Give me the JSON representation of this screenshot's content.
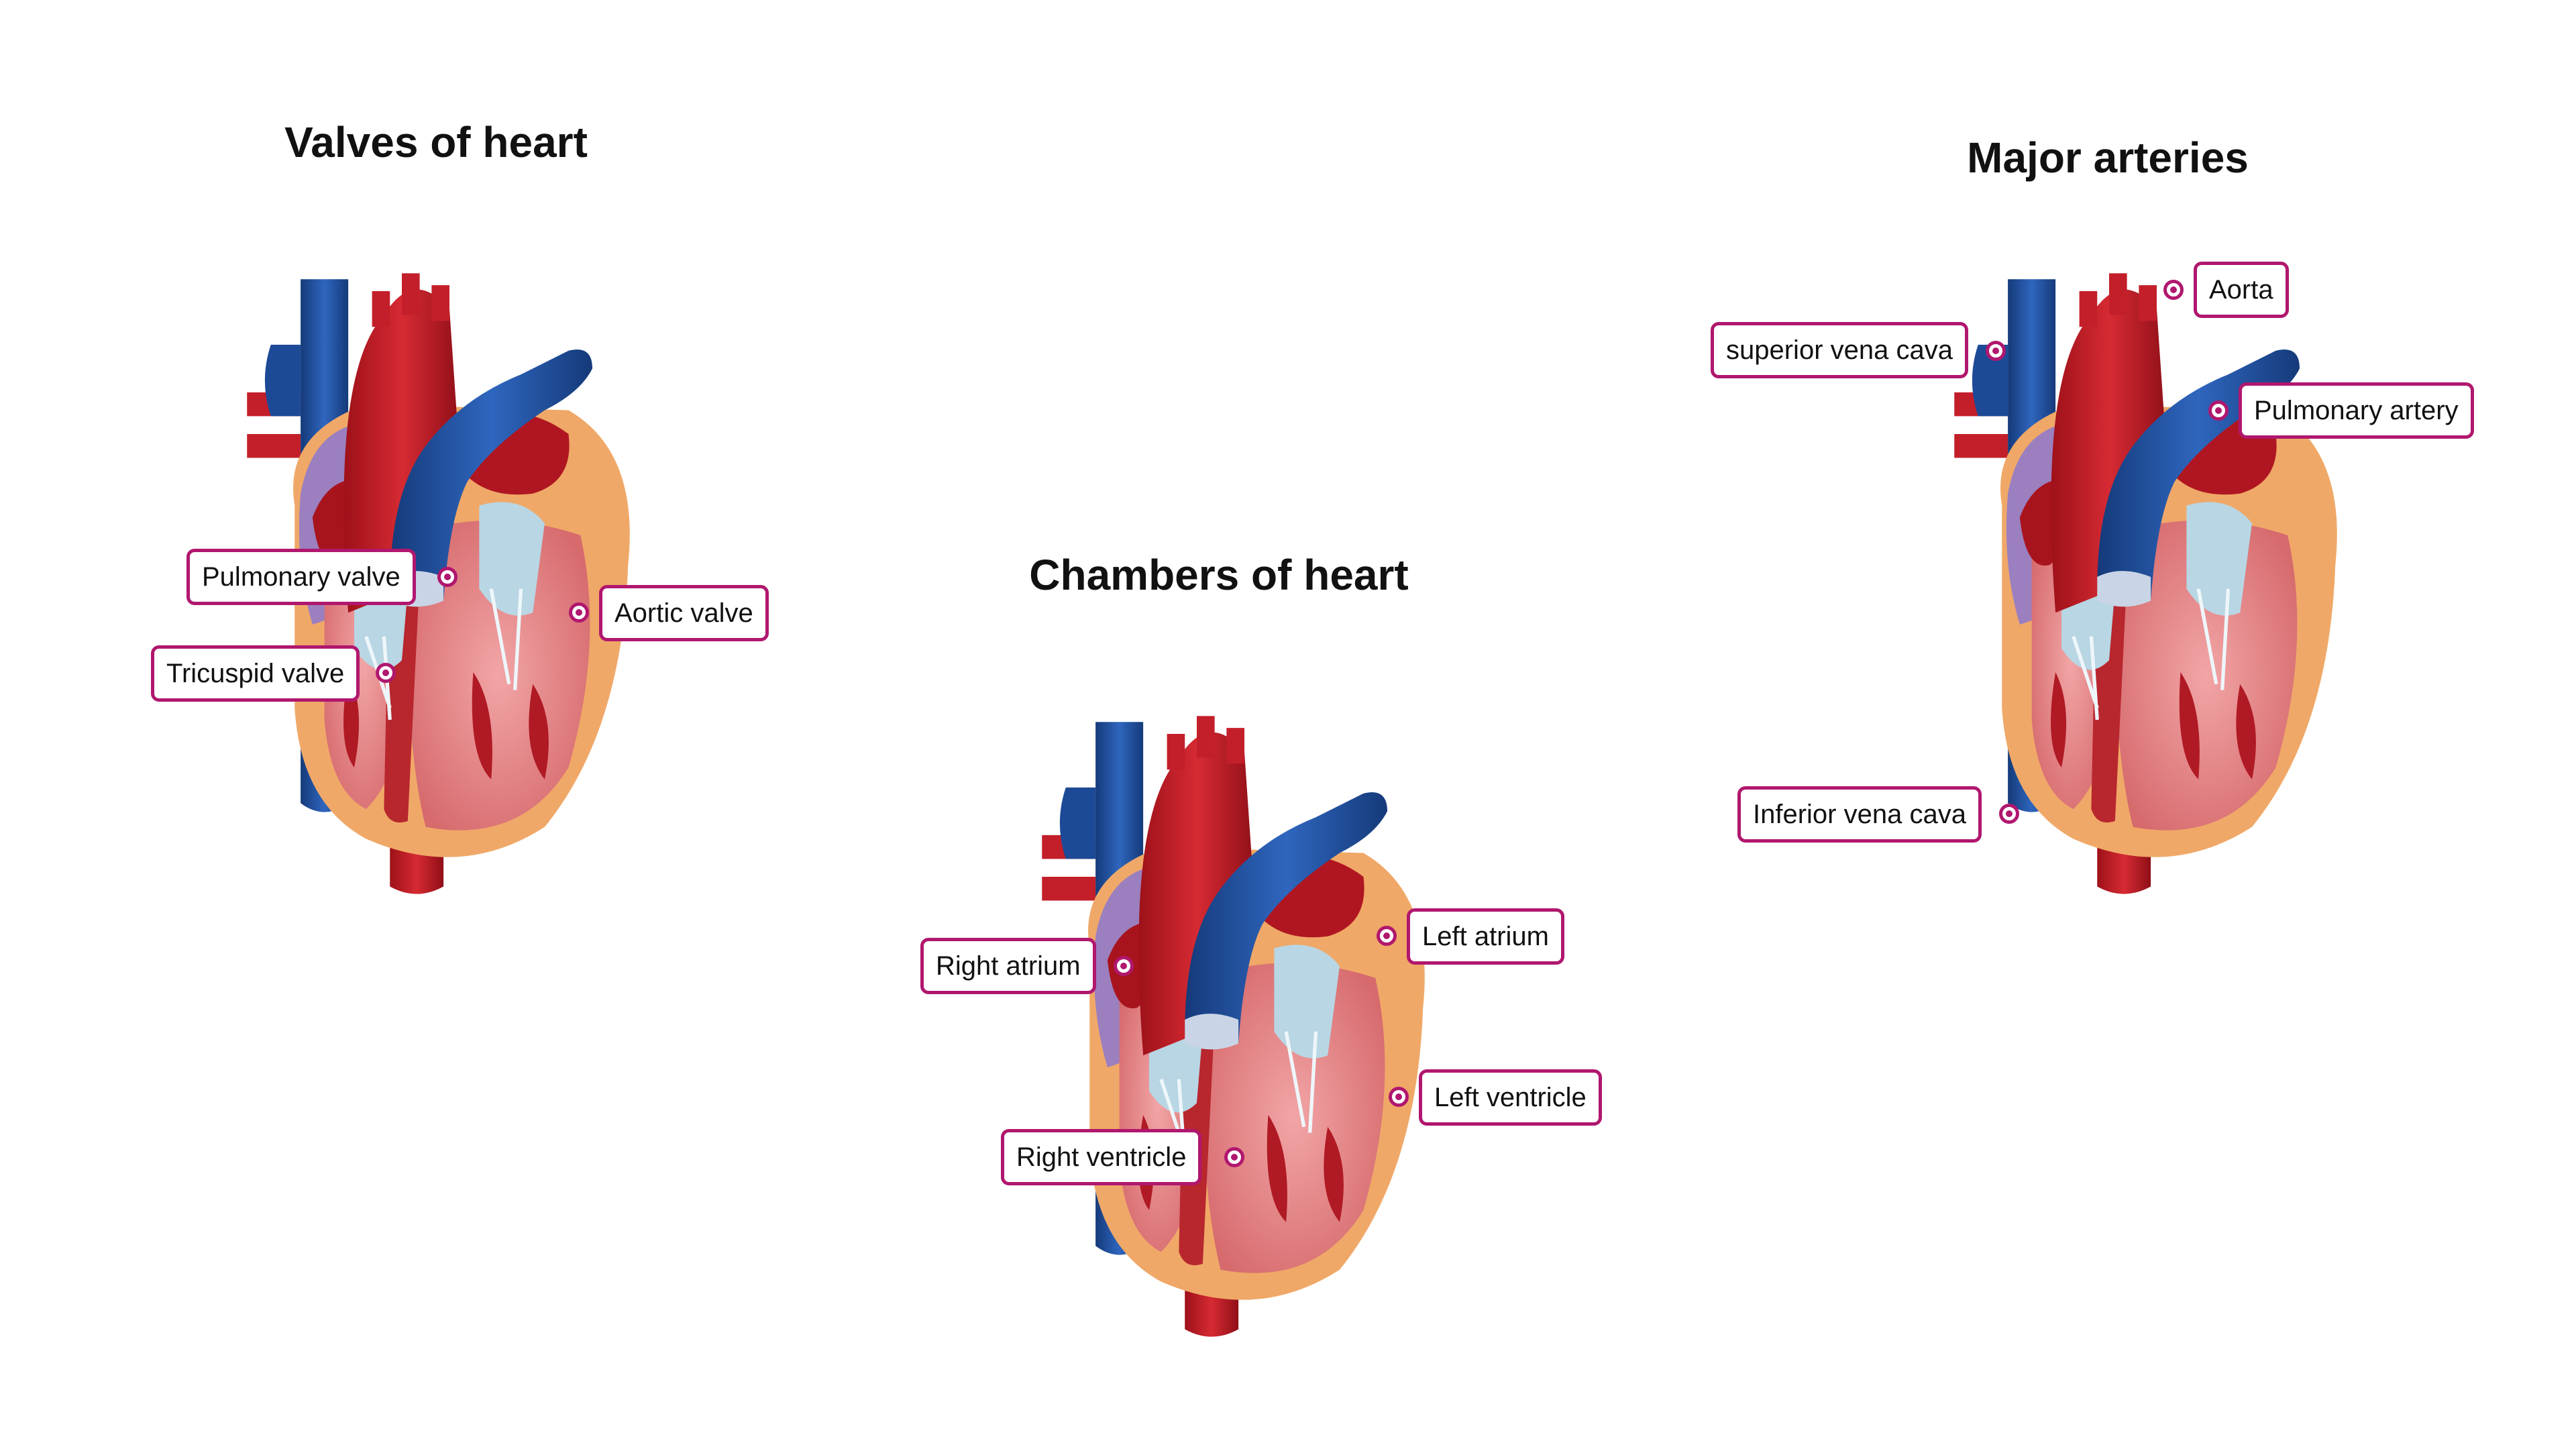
{
  "panels": [
    {
      "title": "Valves of heart",
      "labels": [
        "Pulmonary valve",
        "Aortic valve",
        "Tricuspid valve"
      ]
    },
    {
      "title": "Chambers of heart",
      "labels": [
        "Right atrium",
        "Left atrium",
        "Left ventricle",
        "Right ventricle"
      ]
    },
    {
      "title": "Major arteries",
      "labels": [
        "Aorta",
        "superior vena cava",
        "Pulmonary artery",
        "Inferior vena cava"
      ]
    }
  ],
  "colors": {
    "callout_border": "#b0176e",
    "vein_blue": "#1f4f9e",
    "artery_red": "#c81e2a",
    "muscle_pink": "#e98a8c",
    "wall_orange": "#f0a868",
    "atrium_purple": "#9b7fbf",
    "valve_blue": "#b8d6e3"
  }
}
